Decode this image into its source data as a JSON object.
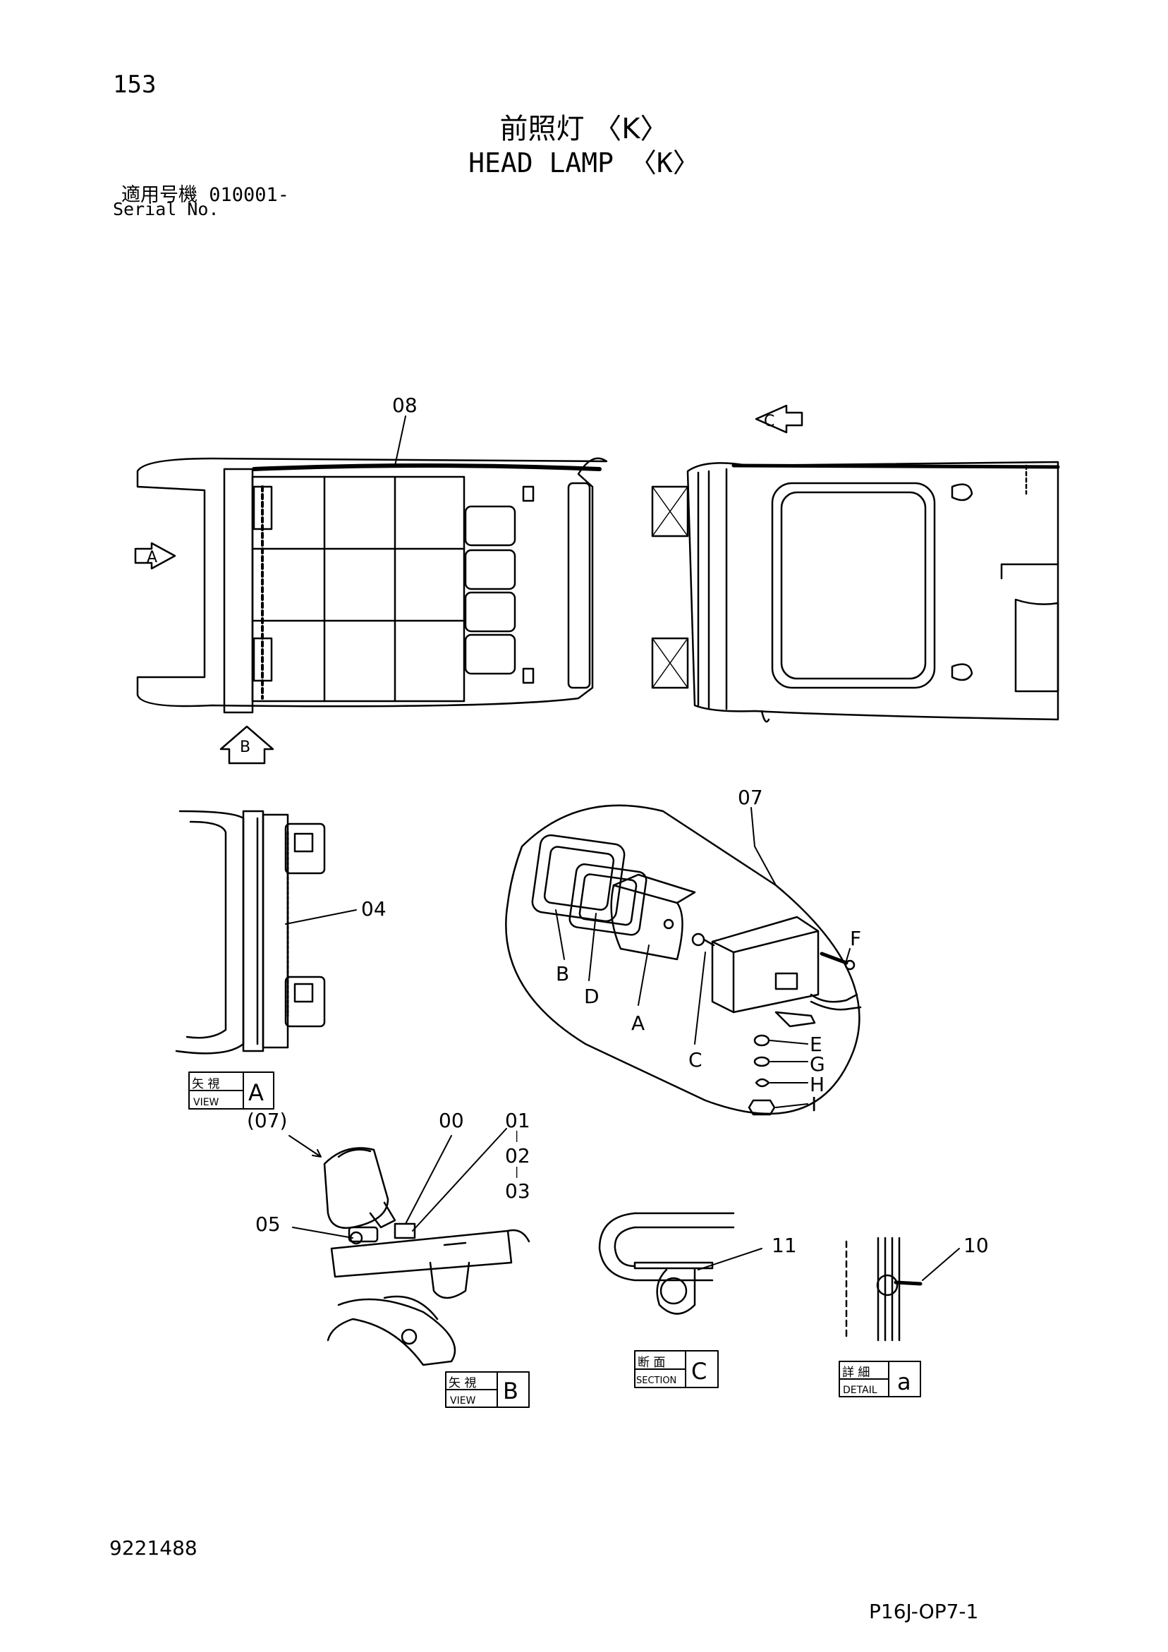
{
  "header": {
    "page_number": "153",
    "title_jp": "前照灯 〈K〉",
    "title_en": "HEAD LAMP 〈K〉",
    "serial_jp": "適用号機  010001-",
    "serial_en": "Serial No."
  },
  "view_arrows": {
    "a": "A",
    "b": "B",
    "c": "C"
  },
  "callouts": {
    "p08": "08",
    "p07": "07",
    "p04": "04",
    "p07b": "(07)",
    "p00": "00",
    "p01": "01",
    "p02": "02",
    "p03": "03",
    "p05": "05",
    "p11": "11",
    "p10": "10"
  },
  "sub_parts": {
    "B": "B",
    "D": "D",
    "A": "A",
    "C": "C",
    "E": "E",
    "F": "F",
    "G": "G",
    "H": "H",
    "I": "I"
  },
  "view_boxes": {
    "view_a": {
      "jp": "矢 視",
      "en": "VIEW",
      "letter": "A"
    },
    "view_b": {
      "jp": "矢 視",
      "en": "VIEW",
      "letter": "B"
    },
    "section_c": {
      "jp": "断 面",
      "en": "SECTION",
      "letter": "C"
    },
    "detail_a": {
      "jp": "詳 細",
      "en": "DETAIL",
      "letter": "a"
    }
  },
  "footer": {
    "doc_number": "9221488",
    "page_code": "P16J-OP7-1"
  }
}
